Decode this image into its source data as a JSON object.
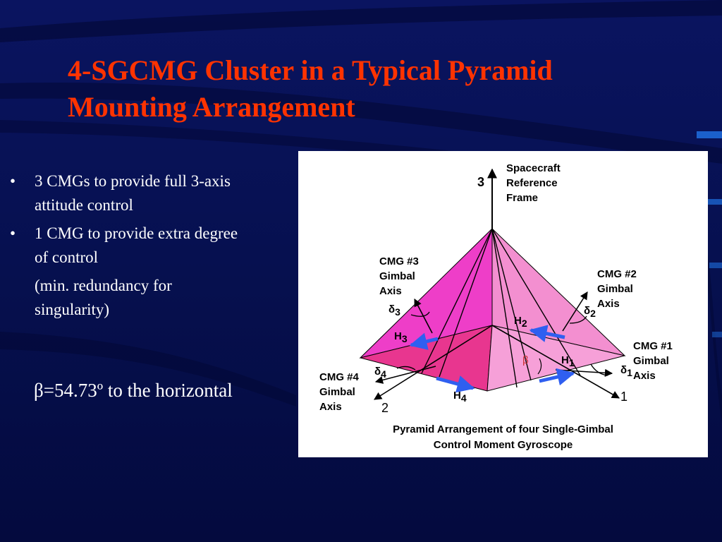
{
  "slide": {
    "title_line1": "4-SGCMG Cluster in a Typical Pyramid",
    "title_line2": "Mounting Arrangement",
    "bullets": [
      {
        "marker": "•",
        "text_line1": "3 CMGs to provide full 3-axis",
        "text_line2": "attitude control"
      },
      {
        "marker": "•",
        "text_line1": "1 CMG to provide extra degree",
        "text_line2": "of control"
      }
    ],
    "sub_line1": "(min. redundancy for",
    "sub_line2": "singularity)",
    "beta_note": "β=54.73º to the horizontal"
  },
  "figure": {
    "axis3_number": "3",
    "axis1_number": "1",
    "axis2_number": "2",
    "frame_label_line1": "Spacecraft",
    "frame_label_line2": "Reference",
    "frame_label_line3": "Frame",
    "cmg3": {
      "line1": "CMG #3",
      "line2": "Gimbal",
      "line3": "Axis"
    },
    "cmg2": {
      "line1": "CMG #2",
      "line2": "Gimbal",
      "line3": "Axis"
    },
    "cmg1": {
      "line1": "CMG #1",
      "line2": "Gimbal",
      "line3": "Axis"
    },
    "cmg4": {
      "line1": "CMG #4",
      "line2": "Gimbal",
      "line3": "Axis"
    },
    "delta3": "δ",
    "delta3_sub": "3",
    "delta2": "δ",
    "delta2_sub": "2",
    "delta1": "δ",
    "delta1_sub": "1",
    "delta4": "δ",
    "delta4_sub": "4",
    "h1": "H",
    "h1_sub": "1",
    "h2": "H",
    "h2_sub": "2",
    "h3": "H",
    "h3_sub": "3",
    "h4": "H",
    "h4_sub": "4",
    "beta_symbol": "β",
    "caption_line1": "Pyramid Arrangement of four Single-Gimbal",
    "caption_line2": "Control Moment Gyroscope",
    "colors": {
      "face_dark": "#ee3ec8",
      "face_light": "#f38fd0",
      "face_mid": "#e8368f",
      "h_arrow": "#2f5ff0"
    }
  }
}
